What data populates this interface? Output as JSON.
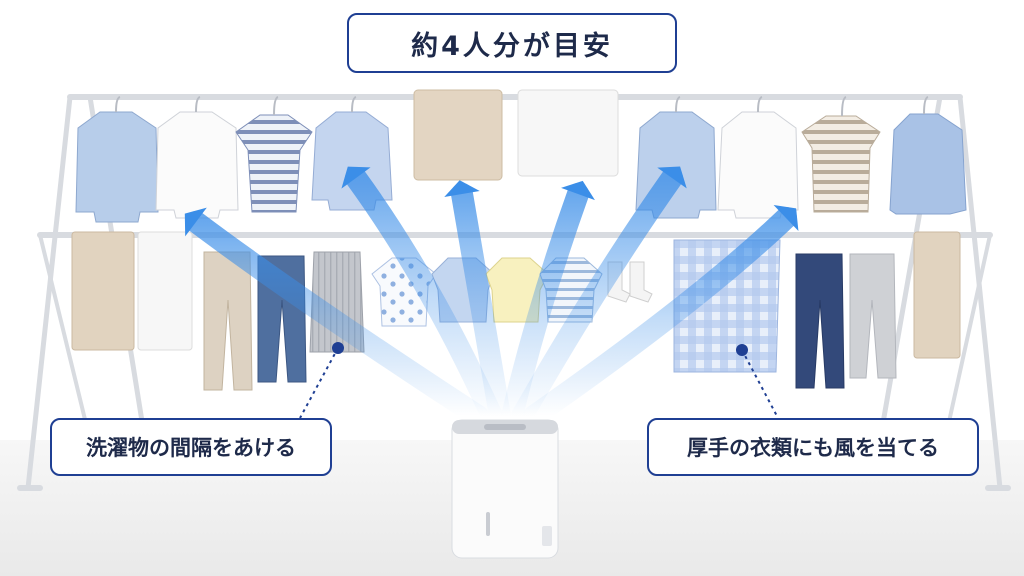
{
  "title": "約4人分が目安",
  "callouts": {
    "left": "洗濯物の間隔をあける",
    "right": "厚手の衣類にも風を当てる"
  },
  "colors": {
    "accent_border": "#1f3f93",
    "text": "#1e2a4a",
    "airflow": "#3b8ee8",
    "rack": "#dadde2",
    "floor": "#ededed"
  },
  "icons": {
    "dehumidifier": "dehumidifier-icon",
    "airflow": "airflow-arrow-icon",
    "laundry": "clothes-icon"
  }
}
